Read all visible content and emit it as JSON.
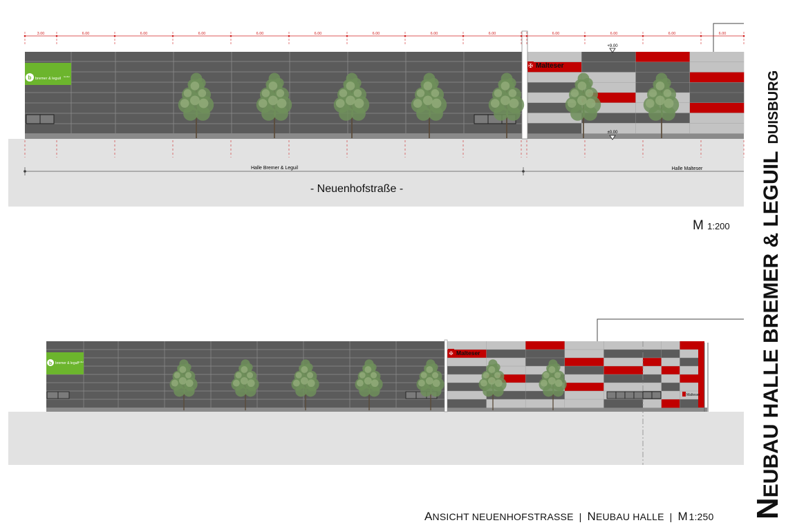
{
  "title": {
    "main": "Neubau Halle Bremer & Leguil",
    "city": "Duisburg"
  },
  "upper_elevation": {
    "dimensions": [
      "3.00",
      "6.00",
      "6.00",
      "6.00",
      "6.00",
      "6.00",
      "6.00",
      "6.00",
      "6.00",
      "6.00",
      "6.00",
      "6.00",
      "6.00"
    ],
    "level_top": "+9.00",
    "level_ground": "±0.00",
    "hall_left_label": "Halle Bremer & Leguil",
    "hall_right_label": "Halle Malteser",
    "street_label": "- Neuenhofstraße -",
    "scale_M": "M",
    "scale_value": "1:200",
    "logo_bremer": "bremer & leguil",
    "logo_bremer_suffix": "GmbH",
    "logo_malteser": "Malteser"
  },
  "lower_elevation": {
    "logo_bremer": "bremer & leguil",
    "logo_bremer_suffix": "GmbH",
    "logo_malteser": "Malteser",
    "logo_malteser_small": "Malteser"
  },
  "caption": {
    "view_cap": "A",
    "view_rest": "NSICHT NEUENHOFSTRASSE",
    "sep": "|",
    "building_cap": "N",
    "building_rest": "EUBAU HALLE",
    "scale_M": "M",
    "scale_value": "1:250"
  },
  "colors": {
    "facade_dark": "#5b5b5b",
    "facade_light": "#c3c3c3",
    "accent_red": "#c10000",
    "logo_green": "#6cb52d",
    "ground": "#e2e2e2",
    "dimension_red": "#d02020"
  }
}
